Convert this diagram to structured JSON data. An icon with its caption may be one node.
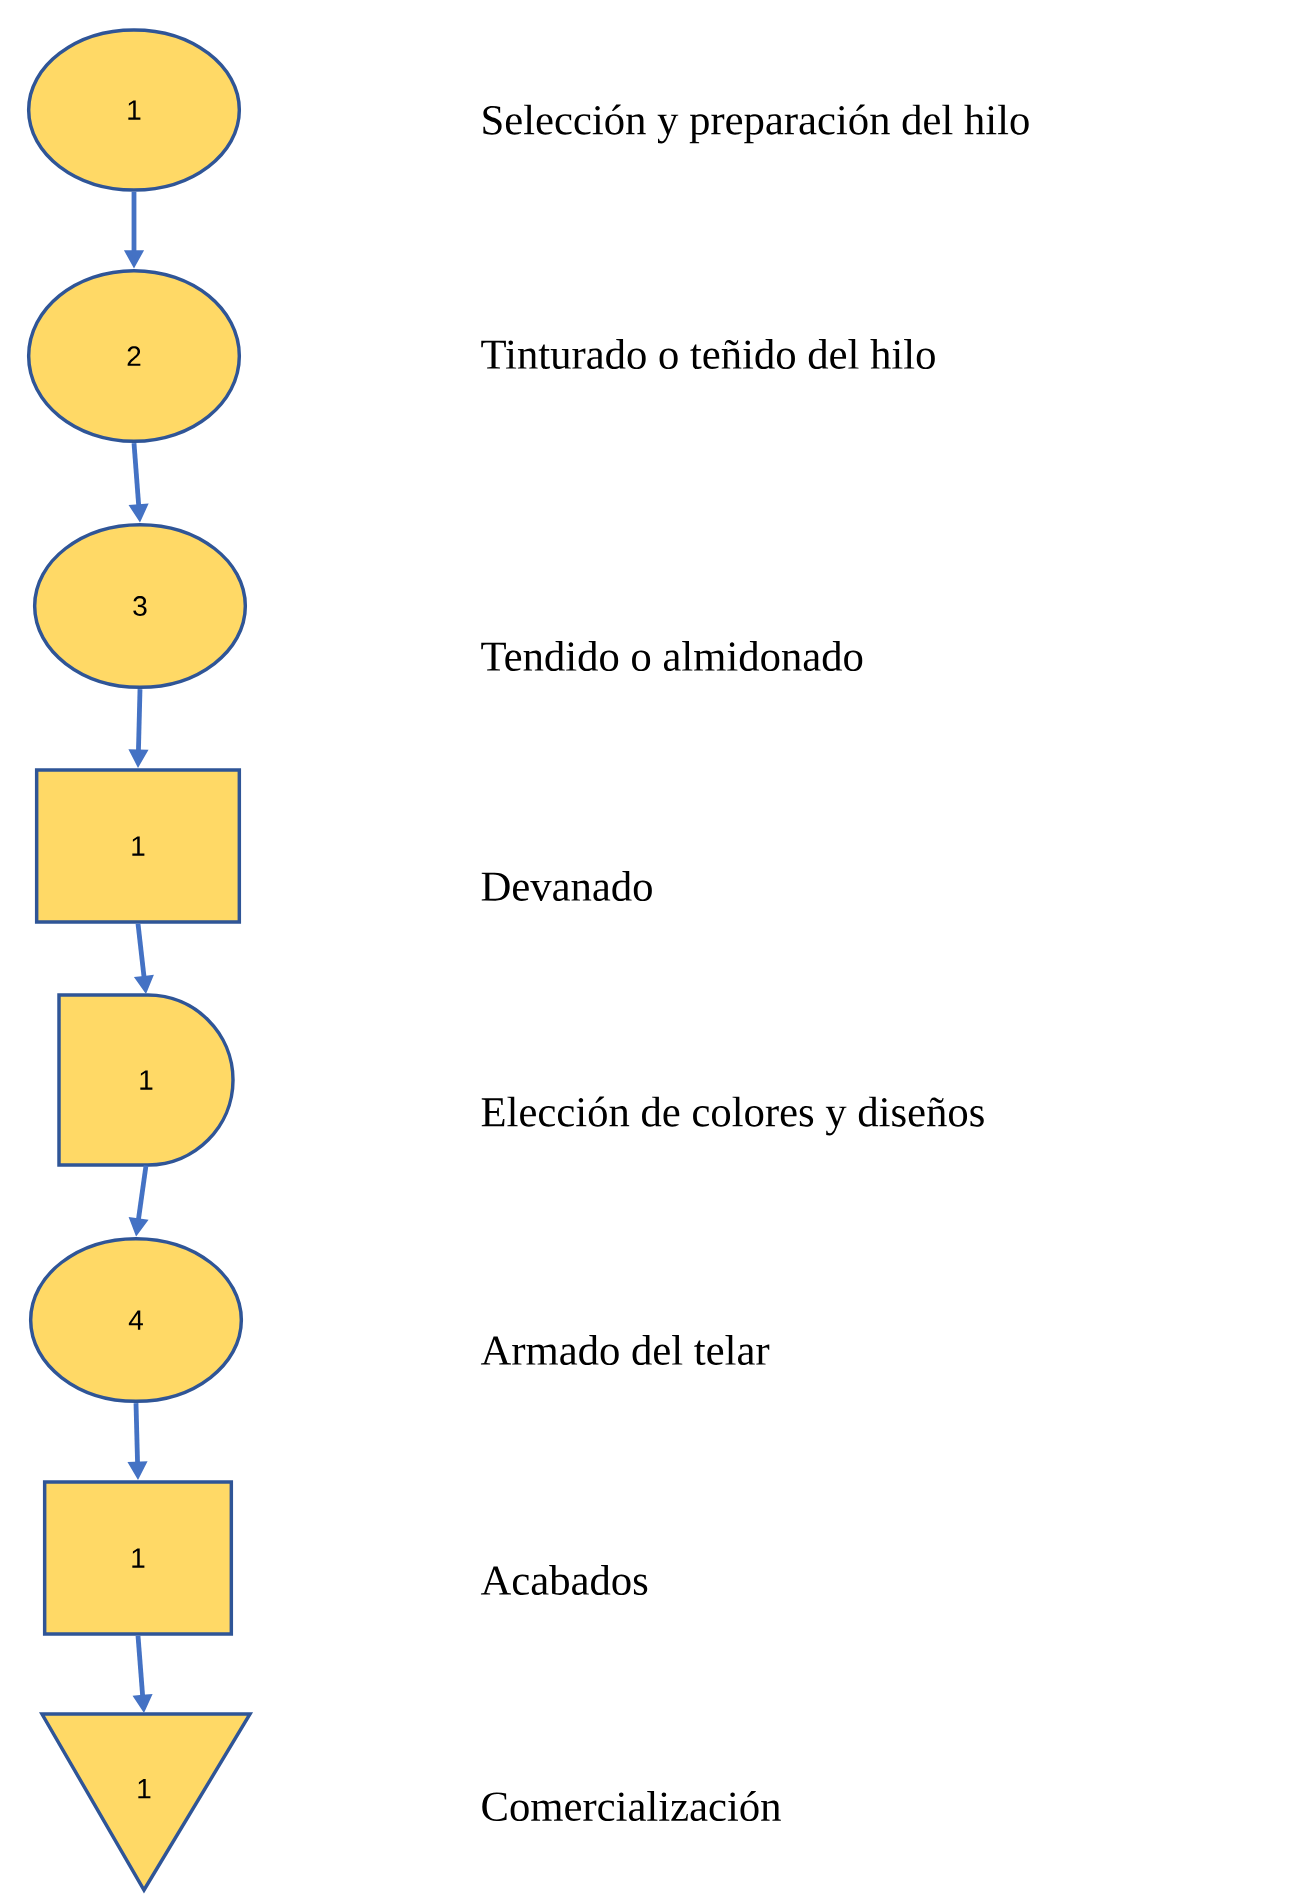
{
  "diagram": {
    "nodes": [
      {
        "text": [
          "1"
        ]
      },
      {
        "text": [
          "2"
        ]
      },
      {
        "text": [
          "3"
        ]
      },
      {
        "text": [
          "1"
        ]
      },
      {
        "text": [
          "1"
        ]
      },
      {
        "text": [
          "4"
        ]
      },
      {
        "text": [
          "1"
        ]
      },
      {
        "text": [
          "1"
        ]
      }
    ],
    "edges": [
      {
        "from": 0,
        "to": 1,
        "arrow": "to"
      },
      {
        "from": 1,
        "to": 2,
        "arrow": "to"
      },
      {
        "from": 2,
        "to": 3,
        "arrow": "to"
      },
      {
        "from": 3,
        "to": 4,
        "arrow": "to"
      },
      {
        "from": 4,
        "to": 5,
        "arrow": "to"
      },
      {
        "from": 5,
        "to": 6,
        "arrow": "to"
      },
      {
        "from": 6,
        "to": 7,
        "arrow": "to"
      }
    ],
    "labels": [
      "Selección y preparación del hilo",
      "Tinturado o teñido del hilo",
      "Tendido o almidonado",
      "Devanado",
      "Elección de colores y diseños",
      "Armado del telar",
      "Acabados",
      "Comercialización"
    ]
  }
}
